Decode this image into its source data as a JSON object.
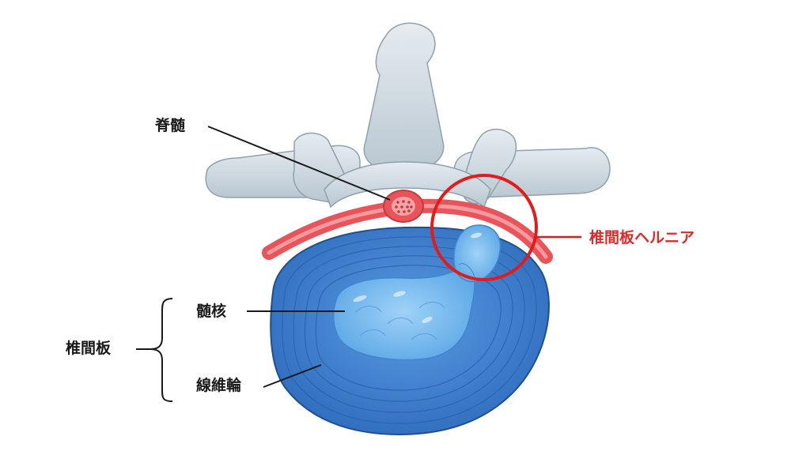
{
  "labels": {
    "spinal_cord": "脊髄",
    "nucleus_pulposus": "髄核",
    "annulus_fibrosus": "線維輪",
    "intervertebral_disc": "椎間板",
    "disc_herniation": "椎間板ヘルニア"
  },
  "colors": {
    "bone": "#d4dde3",
    "bone_shadow": "#9fb0bb",
    "disc_outer": "#3d7fd0",
    "disc_ring_lines": "#2a5fa8",
    "nucleus": "#6fb6ee",
    "nerve": "#e8545a",
    "highlight_circle": "#e21b1b",
    "text": "#1a1a1a",
    "accent_text": "#e02a2a"
  }
}
